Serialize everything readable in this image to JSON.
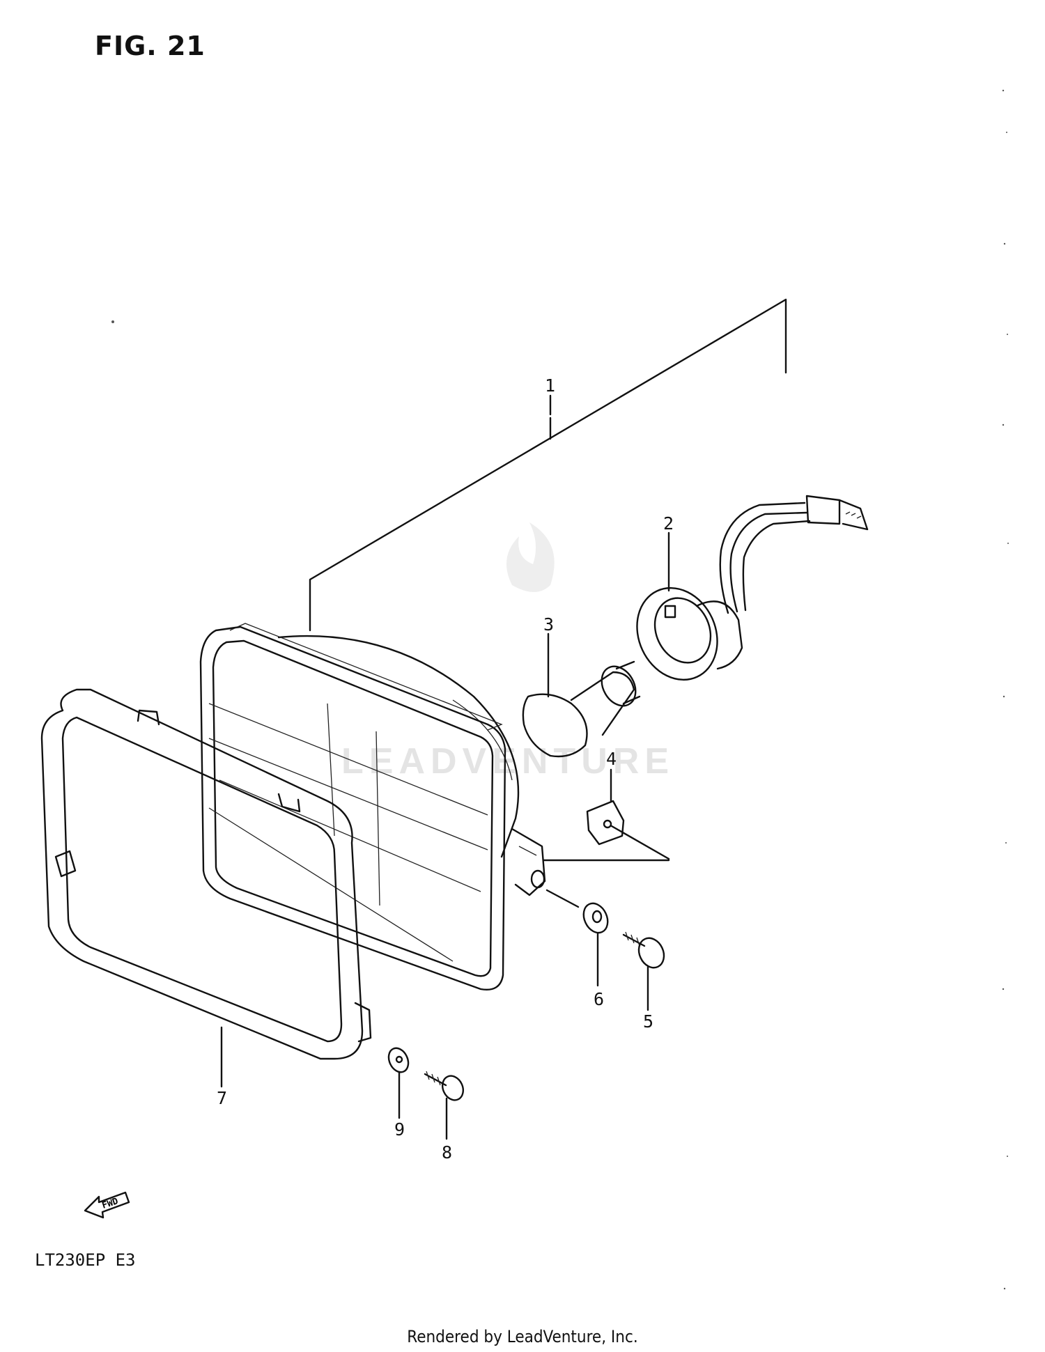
{
  "figure": {
    "title": "FIG. 21"
  },
  "model_code": "LT230EP  E3",
  "footer": "Rendered by LeadVenture, Inc.",
  "watermark": "LEADVENTURE",
  "fwd_label": "FWD",
  "callouts": {
    "c1": "1",
    "c2": "2",
    "c3": "3",
    "c4": "4",
    "c5": "5",
    "c6": "6",
    "c7": "7",
    "c8": "8",
    "c9": "9"
  }
}
